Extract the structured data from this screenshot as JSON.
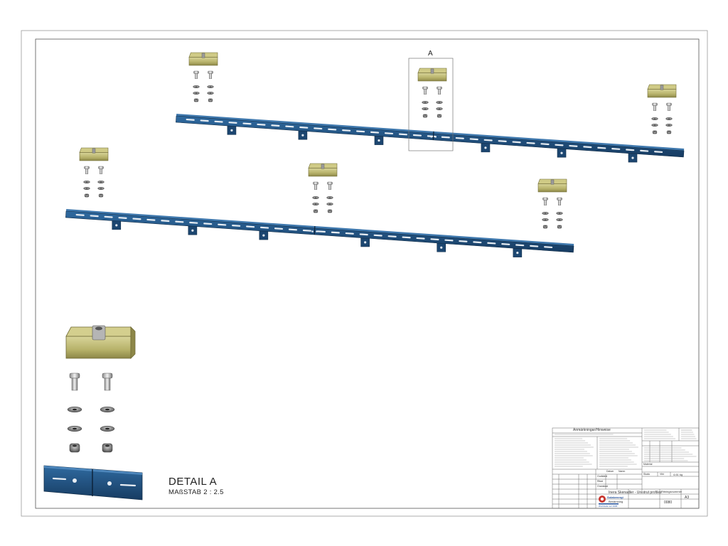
{
  "detail": {
    "label": "A",
    "title": "DETAIL A",
    "scale": "MAßSTAB 2 : 2.5"
  },
  "title_block": {
    "notes_heading": "Anmärkningar/Hinweise",
    "drawing_title": "Inera Skenadler - Unistrut profiles",
    "company": "Solakenergi",
    "company_tagline": "Worldwide act 1995",
    "drawing_number": "0080",
    "sheet_size": "A3",
    "weight": "4.61 kg",
    "field_labels": {
      "designed": "Ritad",
      "checked": "Granskad",
      "approved": "Godkänd",
      "date": "Datum",
      "name": "Namn",
      "title": "Benämning",
      "drawing_no": "Ritningsnummer",
      "material": "Material",
      "scale": "Skala",
      "weight_label": "Vikt"
    }
  },
  "colors": {
    "rail": "#1f4e78",
    "rail_dark": "#15375a",
    "bracket": "#b7b26a",
    "bracket_dark": "#8d8748",
    "border": "#555555"
  }
}
